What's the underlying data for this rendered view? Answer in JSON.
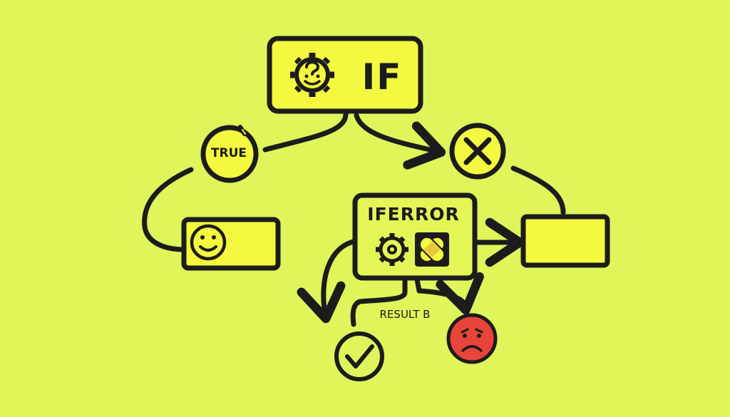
{
  "colors": {
    "background": "#dff55a",
    "box_fill": "#f3f93f",
    "stroke": "#1c1c1c",
    "sad_face": "#e8443a"
  },
  "nodes": {
    "if_label": "IF",
    "true_label": "TRUE",
    "iferror_label": "IFERROR",
    "result_b_label": "RESULT B"
  },
  "icons": [
    "gear-question-icon",
    "smiley-face-icon",
    "x-circle-icon",
    "gear-icon",
    "bandage-icon",
    "checkmark-circle-icon",
    "sad-face-icon"
  ]
}
